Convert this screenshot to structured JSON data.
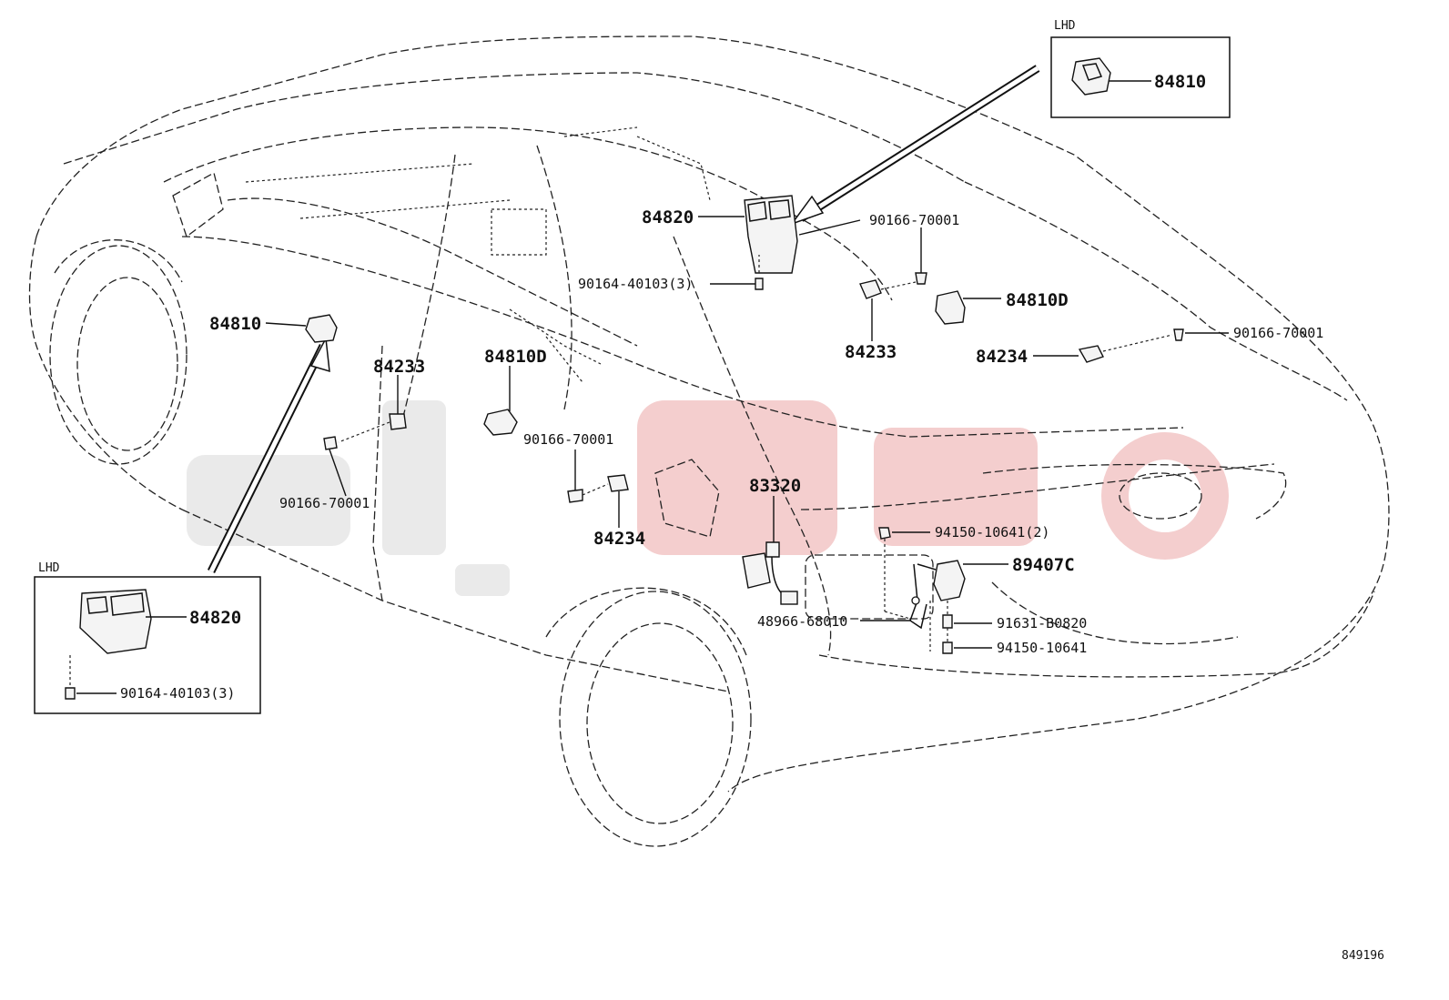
{
  "diagram_id": "849196",
  "inset_label": "LHD",
  "callouts": {
    "c84810_inset": "84810",
    "c84820_main": "84820",
    "c90166_a": "90166-70001",
    "c90164_main": "90164-40103(3)",
    "c84810D_right": "84810D",
    "c84233_right": "84233",
    "c90166_b": "90166-70001",
    "c84234_right": "84234",
    "c84810_left": "84810",
    "c84233_left": "84233",
    "c84810D_center": "84810D",
    "c90166_c": "90166-70001",
    "c90166_d": "90166-70001",
    "c84234_center": "84234",
    "c83320": "83320",
    "c94150_2": "94150-10641(2)",
    "c89407C": "89407C",
    "c48966": "48966-68010",
    "c91631": "91631-B0820",
    "c94150": "94150-10641",
    "c84820_inset": "84820",
    "c90164_inset": "90164-40103(3)"
  }
}
